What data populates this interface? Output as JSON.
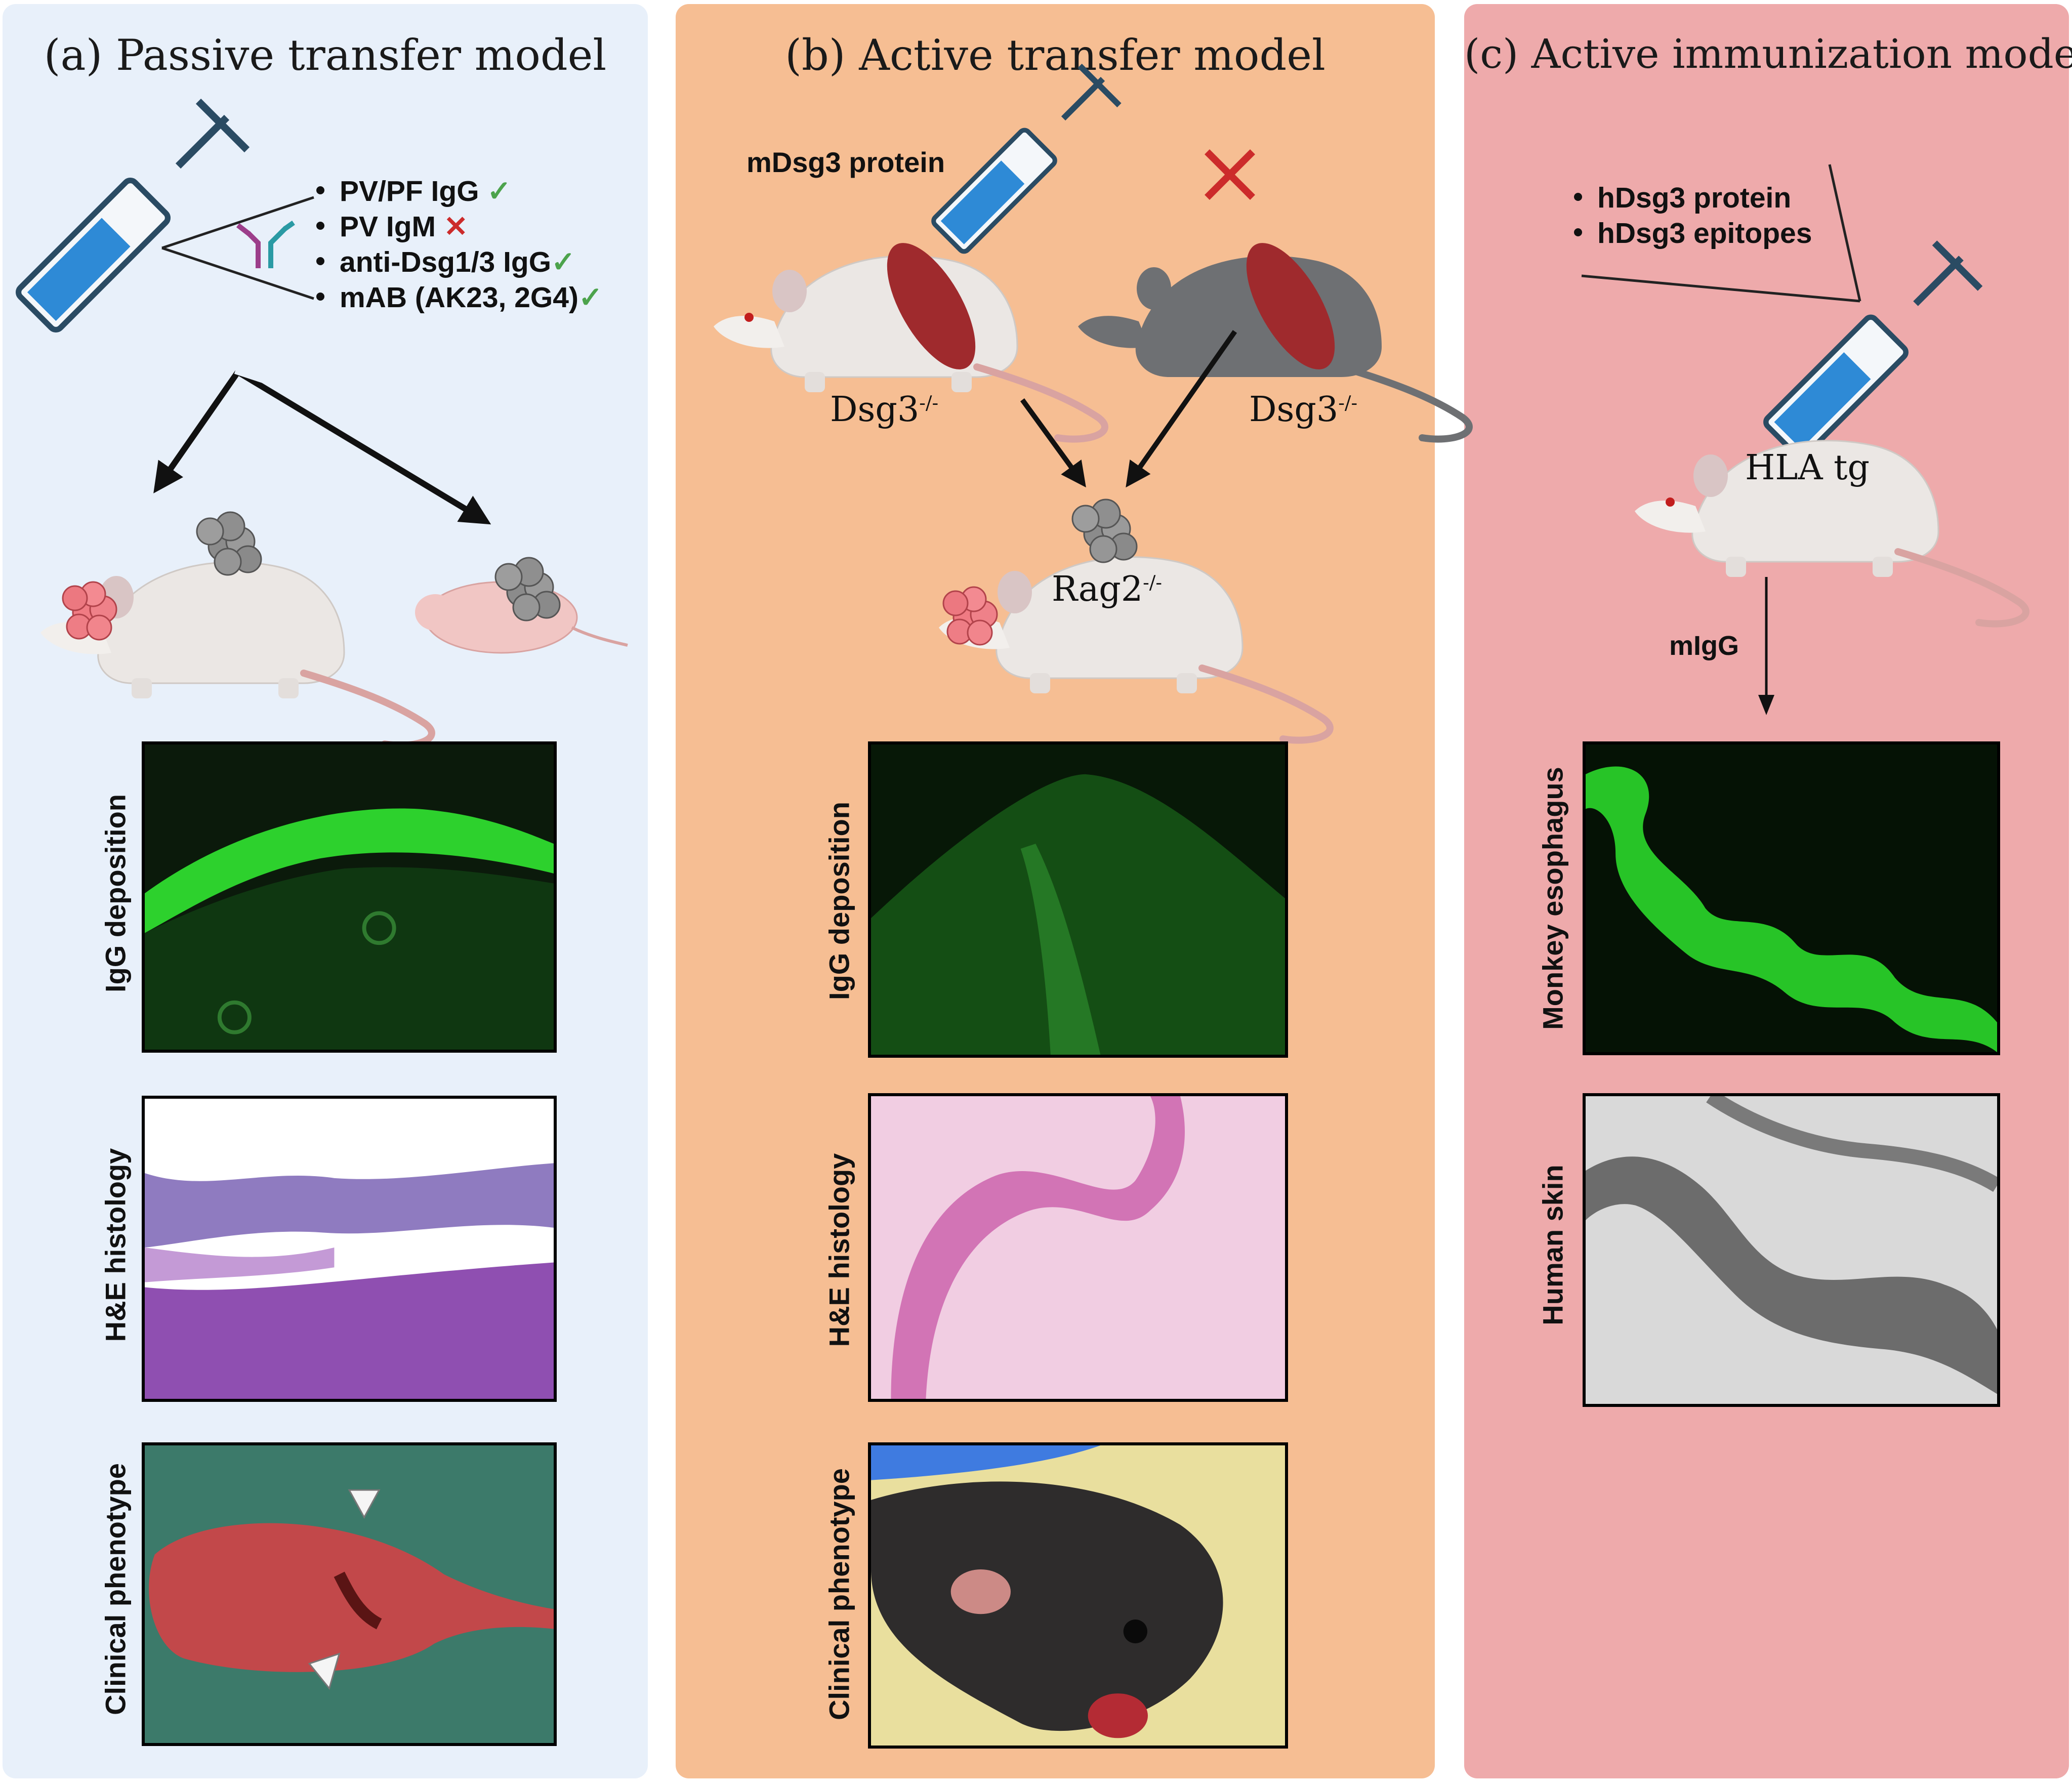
{
  "panels": {
    "a": {
      "title": "(a) Passive transfer model",
      "bullets": [
        {
          "text": "PV/PF IgG",
          "mark": "✓"
        },
        {
          "text": "PV IgM",
          "mark": "✕"
        },
        {
          "text": "anti-Dsg1/3 IgG",
          "mark": "✓"
        },
        {
          "text": "mAB (AK23, 2G4)",
          "mark": "✓"
        }
      ],
      "images": [
        "IgG deposition",
        "H&E histology",
        "Clinical phenotype"
      ]
    },
    "b": {
      "title": "(b) Active transfer model",
      "protein": "mDsg3 protein",
      "mouse1": "Dsg3",
      "mouse1_sup": "-/-",
      "mouse2": "Dsg3",
      "mouse2_sup": "-/-",
      "recipient": "Rag2",
      "recipient_sup": "-/-",
      "images": [
        "IgG deposition",
        "H&E histology",
        "Clinical phenotype"
      ]
    },
    "c": {
      "title": "(c) Active immunization model",
      "bullets": [
        "hDsg3 protein",
        "hDsg3 epitopes"
      ],
      "mouse": "HLA tg",
      "arrow_label": "mIgG",
      "images": [
        "Monkey esophagus",
        "Human skin"
      ]
    }
  },
  "colors": {
    "panel_a": "#e8f0fa",
    "panel_b": "#f6be93",
    "panel_c": "#eeaaab",
    "check": "#4ca34c",
    "cross": "#cc2b2b"
  }
}
